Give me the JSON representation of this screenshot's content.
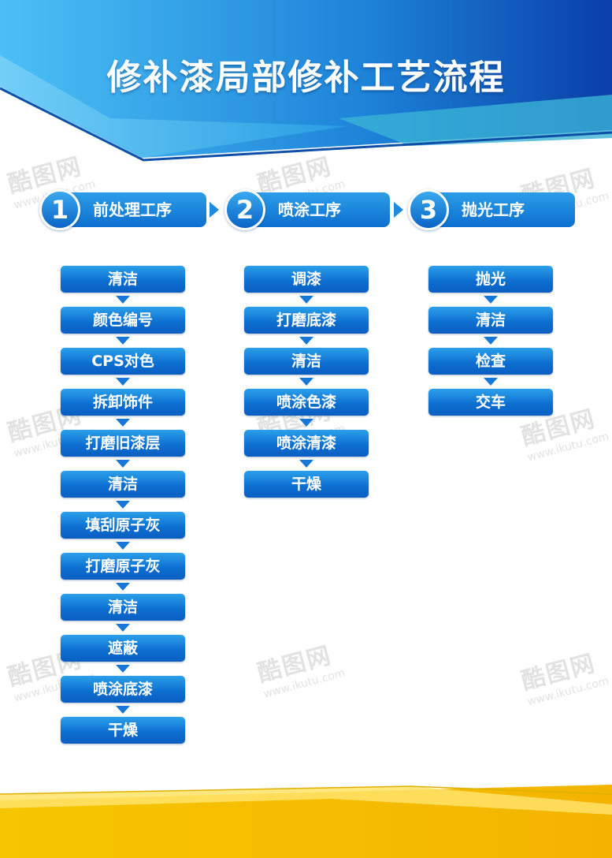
{
  "page_title": "修补漆局部修补工艺流程",
  "watermark": {
    "brand": "酷图网",
    "url": "www.ikutu.com"
  },
  "colors": {
    "primary_blue": "#0d6fcf",
    "light_blue": "#2b9ee8",
    "accent_yellow": "#f5c400"
  },
  "stages": [
    {
      "number": "1",
      "label": "前处理工序",
      "steps": [
        "清洁",
        "颜色编号",
        "CPS对色",
        "拆卸饰件",
        "打磨旧漆层",
        "清洁",
        "填刮原子灰",
        "打磨原子灰",
        "清洁",
        "遮蔽",
        "喷涂底漆",
        "干燥"
      ]
    },
    {
      "number": "2",
      "label": "喷涂工序",
      "steps": [
        "调漆",
        "打磨底漆",
        "清洁",
        "喷涂色漆",
        "喷涂清漆",
        "干燥"
      ]
    },
    {
      "number": "3",
      "label": "抛光工序",
      "steps": [
        "抛光",
        "清洁",
        "检查",
        "交车"
      ]
    }
  ]
}
